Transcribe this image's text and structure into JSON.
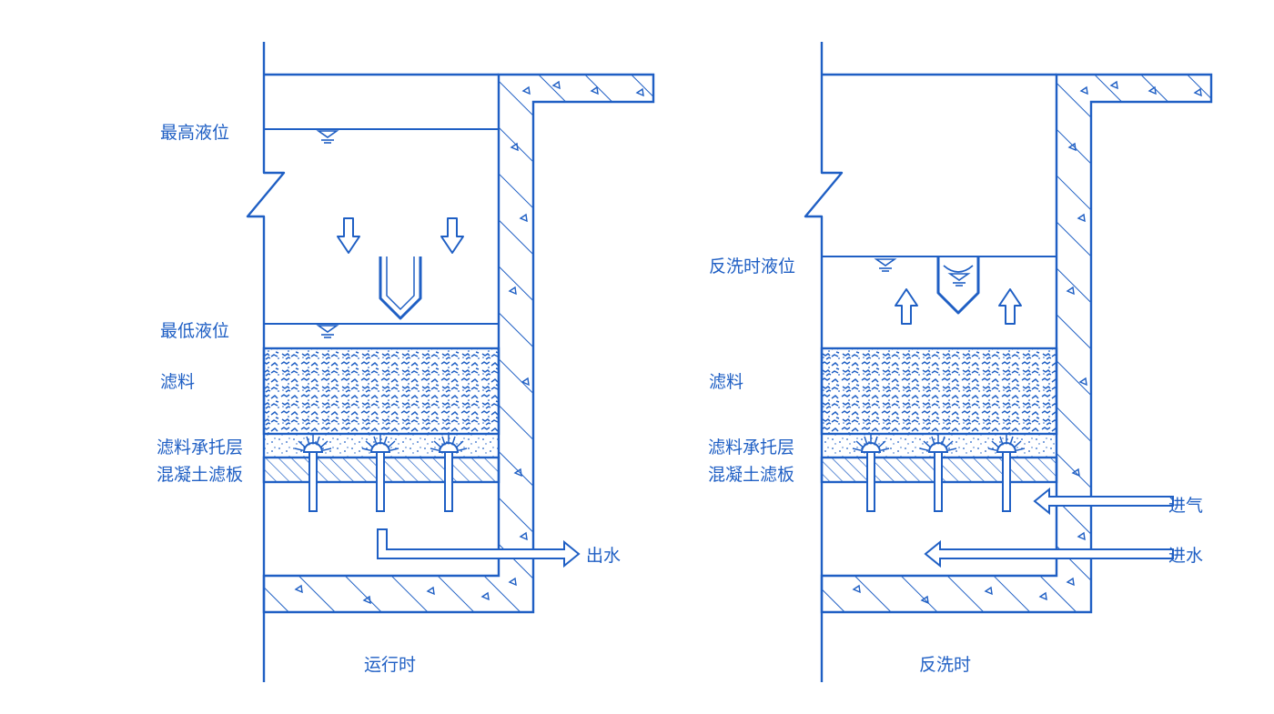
{
  "colors": {
    "line": "#1f5fc4",
    "background": "#ffffff"
  },
  "operation": {
    "caption": "运行时",
    "labels": {
      "max_level": "最高液位",
      "min_level": "最低液位",
      "filter_media": "滤料",
      "support_layer": "滤料承托层",
      "concrete_plate": "混凝土滤板",
      "outlet": "出水"
    }
  },
  "backwash": {
    "caption": "反洗时",
    "labels": {
      "backwash_level": "反洗时液位",
      "filter_media": "滤料",
      "support_layer": "滤料承托层",
      "concrete_plate": "混凝土滤板",
      "air_inlet": "进气",
      "water_inlet": "进水"
    }
  },
  "icons": [
    "water-level-symbol",
    "down-arrow-icon",
    "up-arrow-icon",
    "trough-icon",
    "nozzle-icon",
    "right-arrow-icon",
    "left-arrow-icon"
  ]
}
